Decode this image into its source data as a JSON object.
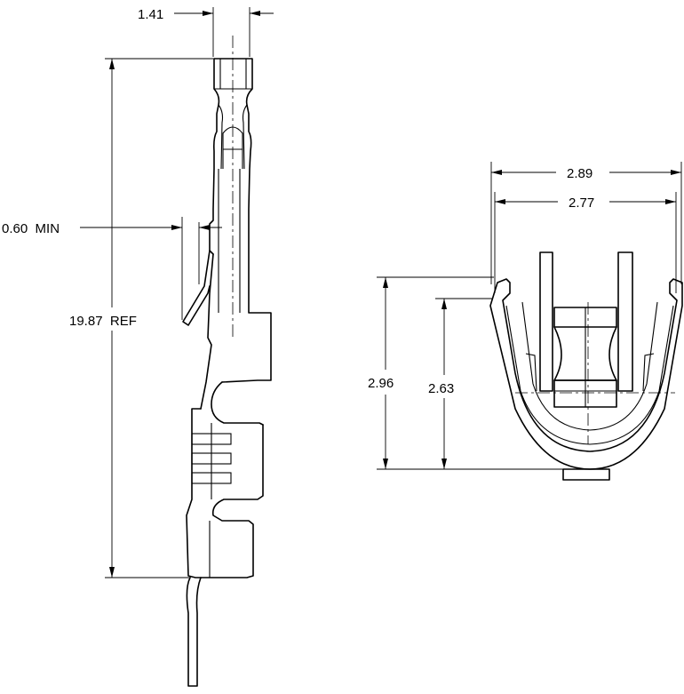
{
  "drawing": {
    "side_view": {
      "width_top": "1.41",
      "min_offset": "0.60  MIN",
      "overall_length": "19.87  REF"
    },
    "end_view": {
      "outer_width": "2.89",
      "inner_width": "2.77",
      "outer_height": "2.96",
      "inner_height": "2.63"
    }
  }
}
